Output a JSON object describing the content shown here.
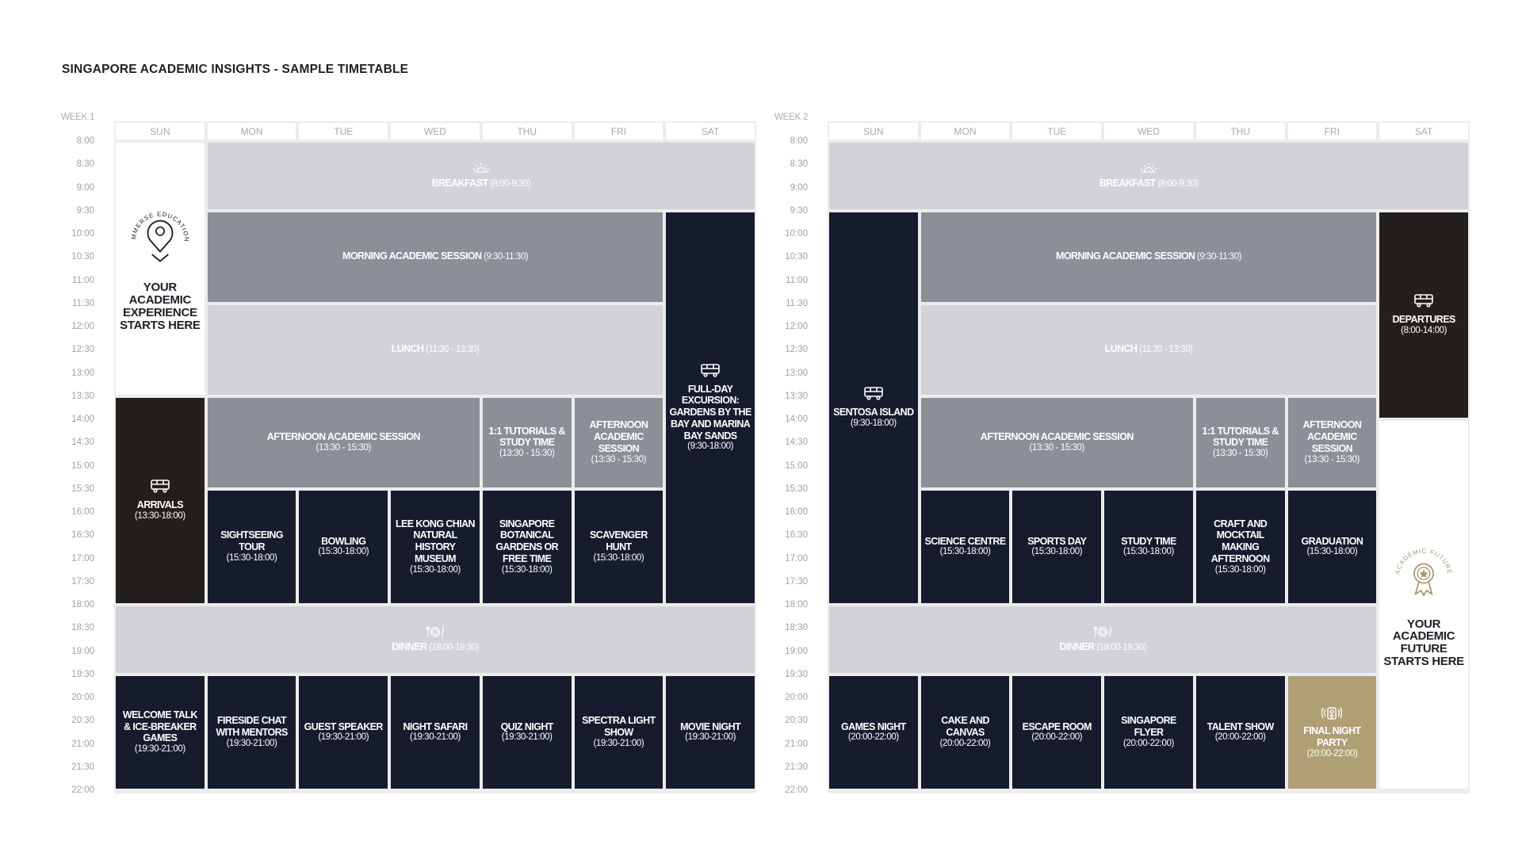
{
  "title": "SINGAPORE ACADEMIC INSIGHTS - SAMPLE TIMETABLE",
  "times": [
    "8:00",
    "8:30",
    "9:00",
    "9:30",
    "10:00",
    "10:30",
    "11:00",
    "11:30",
    "12:00",
    "12:30",
    "13:00",
    "13:30",
    "14:00",
    "14:30",
    "15:00",
    "15:30",
    "16:00",
    "16:30",
    "17:00",
    "17:30",
    "18:00",
    "18:30",
    "19:00",
    "19:30",
    "20:00",
    "20:30",
    "21:00",
    "21:30",
    "22:00"
  ],
  "days": [
    "SUN",
    "MON",
    "TUE",
    "WED",
    "THU",
    "FRI",
    "SAT"
  ],
  "weeks": [
    {
      "label": "WEEK 1",
      "events": [
        {
          "day": 0,
          "start": 0,
          "end": 11,
          "style": "white",
          "badge": "immerse",
          "title": "YOUR ACADEMIC EXPERIENCE STARTS HERE",
          "badge_text": "IMMERSE EDUCATION"
        },
        {
          "day": 1,
          "span": 6,
          "start": 0,
          "end": 3,
          "style": "light",
          "icon": "sunrise-icon",
          "title": "BREAKFAST",
          "inline": "(8:00-9:30)"
        },
        {
          "day": 1,
          "span": 5,
          "start": 3,
          "end": 7,
          "style": "mid",
          "title": "MORNING ACADEMIC SESSION",
          "inline": "(9:30-11:30)"
        },
        {
          "day": 1,
          "span": 5,
          "start": 7,
          "end": 11,
          "style": "light",
          "title": "LUNCH",
          "inline": "(11:30 - 13:30)"
        },
        {
          "day": 6,
          "start": 3,
          "end": 20,
          "style": "dark",
          "icon": "bus-icon",
          "title": "FULL-DAY EXCURSION: GARDENS BY THE BAY AND MARINA BAY SANDS",
          "sub": "(9:30-18:00)"
        },
        {
          "day": 0,
          "start": 11,
          "end": 20,
          "style": "brown",
          "icon": "bus-icon",
          "title": "ARRIVALS",
          "sub": "(13:30-18:00)"
        },
        {
          "day": 1,
          "span": 3,
          "start": 11,
          "end": 15,
          "style": "mid",
          "title": "AFTERNOON ACADEMIC SESSION",
          "sub": "(13:30 - 15:30)"
        },
        {
          "day": 4,
          "start": 11,
          "end": 15,
          "style": "mid",
          "title": "1:1 TUTORIALS & STUDY TIME",
          "sub": "(13:30 - 15:30)"
        },
        {
          "day": 5,
          "start": 11,
          "end": 15,
          "style": "mid",
          "title": "AFTERNOON ACADEMIC SESSION",
          "sub": "(13:30 - 15:30)"
        },
        {
          "day": 1,
          "start": 15,
          "end": 20,
          "style": "dark",
          "title": "SIGHTSEEING TOUR",
          "sub": "(15:30-18:00)"
        },
        {
          "day": 2,
          "start": 15,
          "end": 20,
          "style": "dark",
          "title": "BOWLING",
          "sub": "(15:30-18:00)"
        },
        {
          "day": 3,
          "start": 15,
          "end": 20,
          "style": "dark",
          "title": "LEE KONG CHIAN NATURAL HISTORY MUSEUM",
          "sub": "(15:30-18:00)"
        },
        {
          "day": 4,
          "start": 15,
          "end": 20,
          "style": "dark",
          "title": "SINGAPORE BOTANICAL GARDENS OR FREE TIME",
          "sub": "(15:30-18:00)"
        },
        {
          "day": 5,
          "start": 15,
          "end": 20,
          "style": "dark",
          "title": "SCAVENGER HUNT",
          "sub": "(15:30-18:00)"
        },
        {
          "day": 0,
          "span": 7,
          "start": 20,
          "end": 23,
          "style": "light",
          "icon": "dinner-icon",
          "title": "DINNER",
          "inline": "(18:00-19:30)"
        },
        {
          "day": 0,
          "start": 23,
          "end": 28,
          "style": "dark",
          "title": "WELCOME TALK & ICE-BREAKER GAMES",
          "sub": "(19:30-21:00)"
        },
        {
          "day": 1,
          "start": 23,
          "end": 28,
          "style": "dark",
          "title": "FIRESIDE CHAT WITH MENTORS",
          "sub": "(19:30-21:00)"
        },
        {
          "day": 2,
          "start": 23,
          "end": 28,
          "style": "dark",
          "title": "GUEST SPEAKER",
          "sub": "(19:30-21:00)"
        },
        {
          "day": 3,
          "start": 23,
          "end": 28,
          "style": "dark",
          "title": "NIGHT SAFARI",
          "sub": "(19:30-21:00)"
        },
        {
          "day": 4,
          "start": 23,
          "end": 28,
          "style": "dark",
          "title": "QUIZ NIGHT",
          "sub": "(19:30-21:00)"
        },
        {
          "day": 5,
          "start": 23,
          "end": 28,
          "style": "dark",
          "title": "SPECTRA LIGHT SHOW",
          "sub": "(19:30-21:00)"
        },
        {
          "day": 6,
          "start": 23,
          "end": 28,
          "style": "dark",
          "title": "MOVIE NIGHT",
          "sub": "(19:30-21:00)"
        }
      ]
    },
    {
      "label": "WEEK 2",
      "events": [
        {
          "day": 0,
          "span": 7,
          "start": 0,
          "end": 3,
          "style": "light",
          "icon": "sunrise-icon",
          "title": "BREAKFAST",
          "inline": "(8:00-9:30)"
        },
        {
          "day": 0,
          "start": 3,
          "end": 20,
          "style": "dark",
          "icon": "bus-icon",
          "title": "SENTOSA ISLAND",
          "sub": "(9:30-18:00)"
        },
        {
          "day": 1,
          "span": 5,
          "start": 3,
          "end": 7,
          "style": "mid",
          "title": "MORNING ACADEMIC SESSION",
          "inline": "(9:30-11:30)"
        },
        {
          "day": 1,
          "span": 5,
          "start": 7,
          "end": 11,
          "style": "light",
          "title": "LUNCH",
          "inline": "(11:30 - 13:30)"
        },
        {
          "day": 6,
          "start": 3,
          "end": 12,
          "style": "brown",
          "icon": "bus-icon",
          "title": "DEPARTURES",
          "sub": "(8:00-14:00)"
        },
        {
          "day": 6,
          "start": 12,
          "end": 28,
          "style": "white",
          "badge": "future",
          "title": "YOUR ACADEMIC FUTURE STARTS HERE",
          "badge_text": "ACADEMIC FUTURE"
        },
        {
          "day": 1,
          "span": 3,
          "start": 11,
          "end": 15,
          "style": "mid",
          "title": "AFTERNOON ACADEMIC SESSION",
          "sub": "(13:30 - 15:30)"
        },
        {
          "day": 4,
          "start": 11,
          "end": 15,
          "style": "mid",
          "title": "1:1 TUTORIALS & STUDY TIME",
          "sub": "(13:30 - 15:30)"
        },
        {
          "day": 5,
          "start": 11,
          "end": 15,
          "style": "mid",
          "title": "AFTERNOON ACADEMIC SESSION",
          "sub": "(13:30 - 15:30)"
        },
        {
          "day": 1,
          "start": 15,
          "end": 20,
          "style": "dark",
          "title": "SCIENCE CENTRE",
          "sub": "(15:30-18:00)"
        },
        {
          "day": 2,
          "start": 15,
          "end": 20,
          "style": "dark",
          "title": "SPORTS DAY",
          "sub": "(15:30-18:00)"
        },
        {
          "day": 3,
          "start": 15,
          "end": 20,
          "style": "dark",
          "title": "STUDY TIME",
          "sub": "(15:30-18:00)"
        },
        {
          "day": 4,
          "start": 15,
          "end": 20,
          "style": "dark",
          "title": "CRAFT AND MOCKTAIL MAKING AFTERNOON",
          "sub": "(15:30-18:00)"
        },
        {
          "day": 5,
          "start": 15,
          "end": 20,
          "style": "dark",
          "title": "GRADUATION",
          "sub": "(15:30-18:00)"
        },
        {
          "day": 0,
          "span": 6,
          "start": 20,
          "end": 23,
          "style": "light",
          "icon": "dinner-icon",
          "title": "DINNER",
          "inline": "(18:00-19:30)"
        },
        {
          "day": 0,
          "start": 23,
          "end": 28,
          "style": "dark",
          "title": "GAMES NIGHT",
          "sub": "(20:00-22:00)"
        },
        {
          "day": 1,
          "start": 23,
          "end": 28,
          "style": "dark",
          "title": "CAKE AND CANVAS",
          "sub": "(20:00-22:00)"
        },
        {
          "day": 2,
          "start": 23,
          "end": 28,
          "style": "dark",
          "title": "ESCAPE ROOM",
          "sub": "(20:00-22:00)"
        },
        {
          "day": 3,
          "start": 23,
          "end": 28,
          "style": "dark",
          "title": "SINGAPORE FLYER",
          "sub": "(20:00-22:00)"
        },
        {
          "day": 4,
          "start": 23,
          "end": 28,
          "style": "dark",
          "title": "TALENT SHOW",
          "sub": "(20:00-22:00)"
        },
        {
          "day": 5,
          "start": 23,
          "end": 28,
          "style": "gold",
          "icon": "party-icon",
          "title": "FINAL NIGHT PARTY",
          "sub": "(20:00-22:00)"
        }
      ]
    }
  ]
}
